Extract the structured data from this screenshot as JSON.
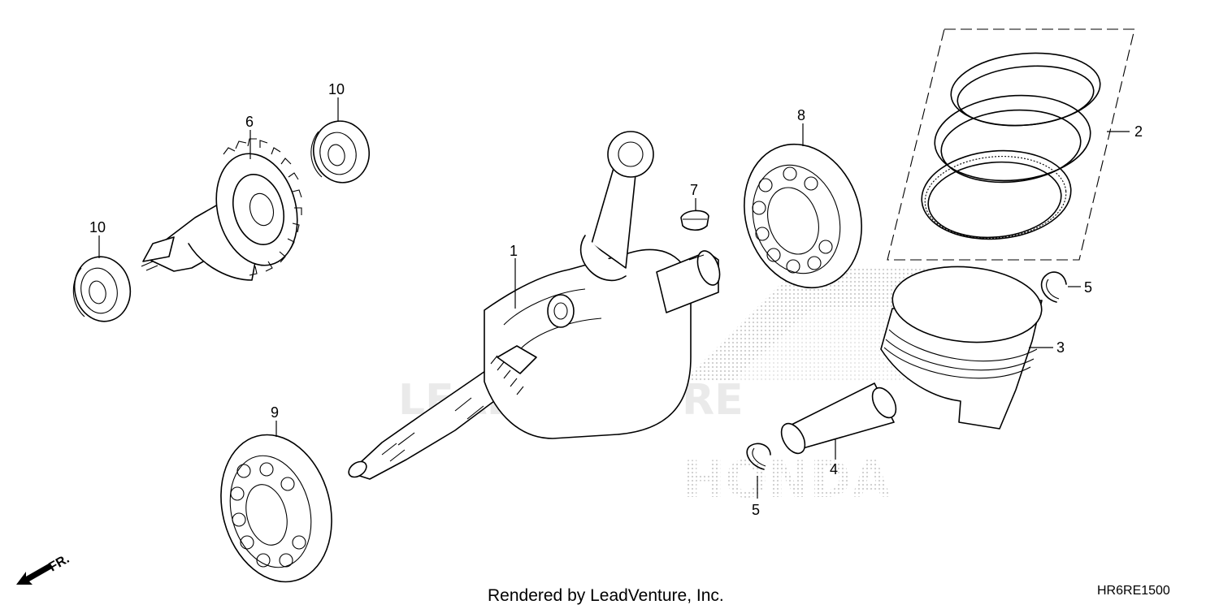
{
  "callouts": {
    "c1": "1",
    "c2": "2",
    "c3": "3",
    "c4": "4",
    "c5a": "5",
    "c5b": "5",
    "c6": "6",
    "c7": "7",
    "c8": "8",
    "c9": "9",
    "c10a": "10",
    "c10b": "10"
  },
  "footer": {
    "rendered_by": "Rendered by LeadVenture, Inc.",
    "diagram_code": "HR6RE1500"
  },
  "direction": {
    "label": "FR."
  },
  "watermark": {
    "brand": "HONDA",
    "vendor": "LEADVENTURE"
  },
  "colors": {
    "line": "#000000",
    "background": "#ffffff",
    "watermark": "#d6d6d6"
  }
}
